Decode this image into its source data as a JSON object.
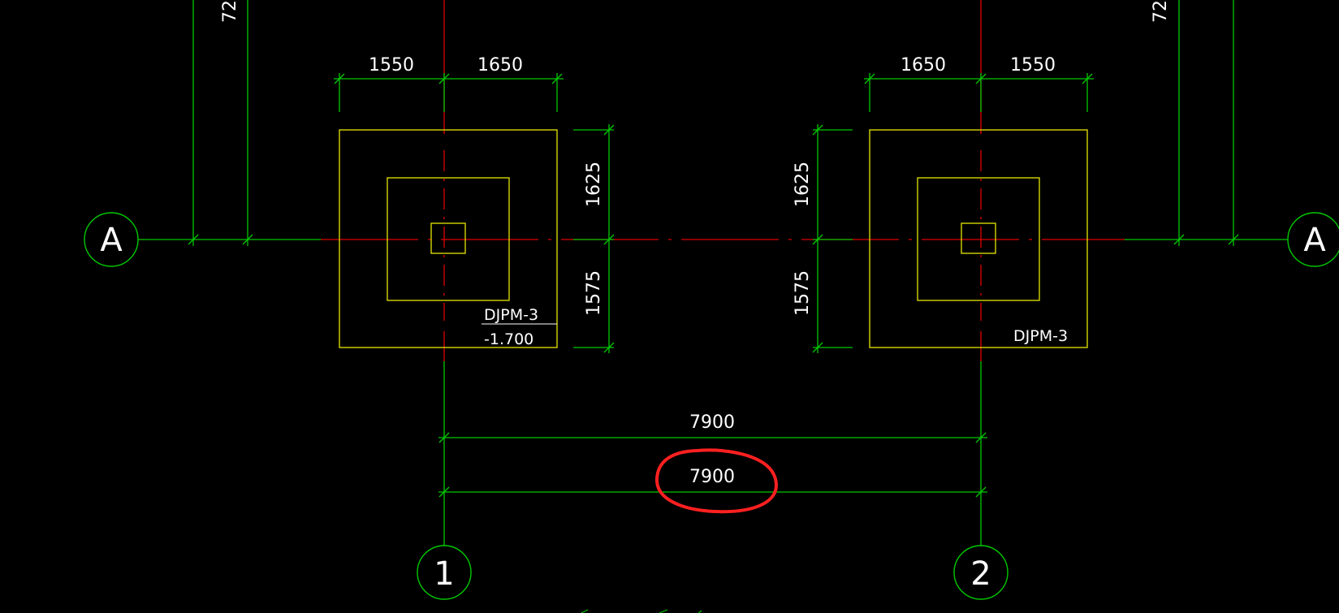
{
  "colors": {
    "background": "#000000",
    "axis_line": "#e00000",
    "dimension": "#00c800",
    "footing": "#e6e600",
    "text": "#ffffff",
    "highlight": "#ff2020"
  },
  "grid_labels": {
    "row_left": "A",
    "row_right": "A",
    "col_1": "1",
    "col_2": "2"
  },
  "partial_dims": {
    "top_left": "72",
    "top_right": "72"
  },
  "footing_left": {
    "dim_left": "1550",
    "dim_right": "1650",
    "dim_upper": "1625",
    "dim_lower": "1575",
    "tag": "DJPM-3",
    "elevation": "-1.700"
  },
  "footing_right": {
    "dim_left": "1650",
    "dim_right": "1550",
    "dim_upper": "1625",
    "dim_lower": "1575",
    "tag": "DJPM-3"
  },
  "spacing": {
    "upper": "7900",
    "lower": "7900"
  }
}
